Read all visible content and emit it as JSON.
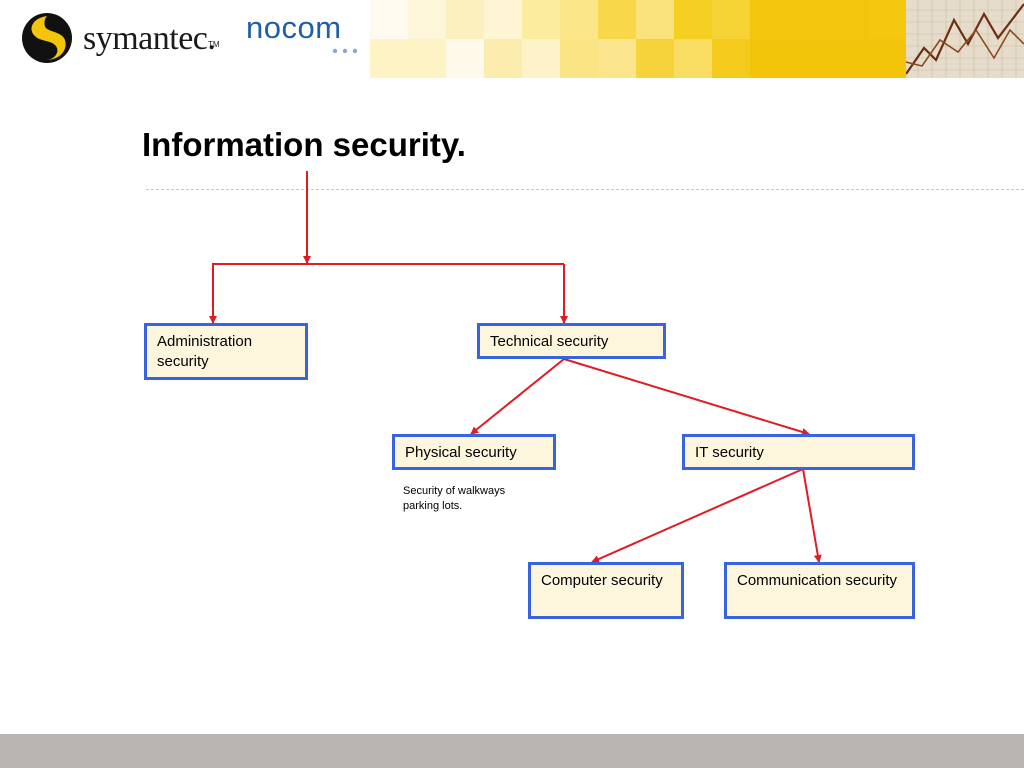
{
  "header": {
    "logo_symantec": "symantec.",
    "logo_symantec_tm": "TM",
    "logo_nocom": "nocom"
  },
  "slide": {
    "title": "Information security."
  },
  "diagram": {
    "nodes": {
      "administration": "Administration security",
      "technical": "Technical security",
      "physical": "Physical security",
      "it": "IT security",
      "computer": "Computer security",
      "communication": "Communication security"
    },
    "physical_note": "Security of walkways parking lots."
  },
  "colors": {
    "connector": "#e01b22",
    "box_border": "#3a63de",
    "box_fill": "#fdf6dc",
    "nocom_blue": "#1f5ea8",
    "footer": "#b9b6b1"
  }
}
